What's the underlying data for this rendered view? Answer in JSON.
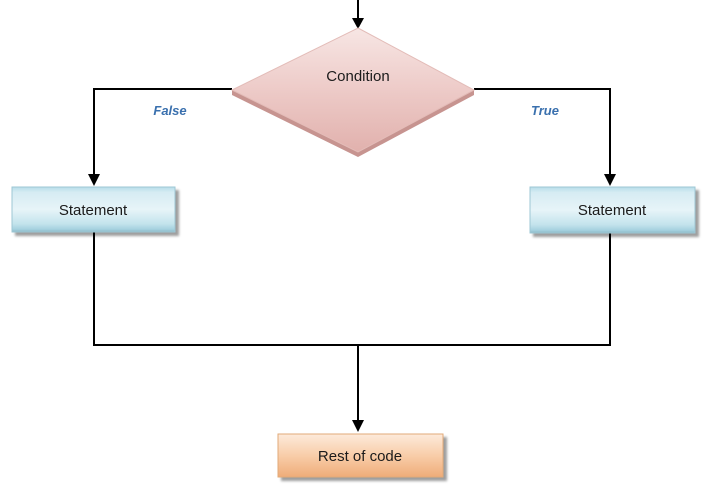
{
  "diagram": {
    "nodes": {
      "condition": {
        "label": "Condition",
        "shape": "diamond"
      },
      "statement_false": {
        "label": "Statement",
        "shape": "rectangle"
      },
      "statement_true": {
        "label": "Statement",
        "shape": "rectangle"
      },
      "rest_of_code": {
        "label": "Rest of code",
        "shape": "rectangle"
      }
    },
    "edges": {
      "false_label": "False",
      "true_label": "True"
    },
    "colors": {
      "line": "#000000",
      "branch_label": "#3a70ae",
      "condition_fill_top": "#f7e6e4",
      "condition_fill_bottom": "#e1b1ad",
      "condition_side": "#c79490",
      "condition_border": "#e3bcb8",
      "statement_fill_top": "#b7dde9",
      "statement_fill_mid": "#e7f4f8",
      "statement_fill_bottom": "#8cb8c6",
      "statement_border": "#9ec7d4",
      "rest_fill_top": "#fdeadb",
      "rest_fill_bottom": "#efac79",
      "rest_border": "#e2aa78"
    }
  }
}
